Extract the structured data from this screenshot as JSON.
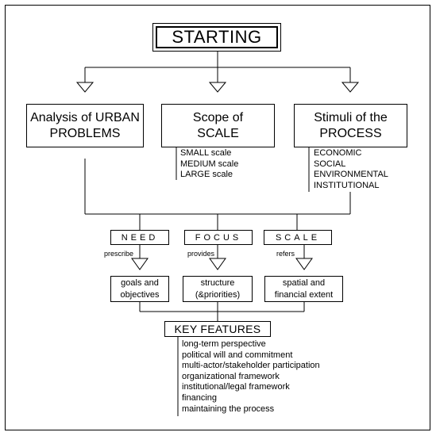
{
  "start": {
    "label": "STARTING"
  },
  "top_boxes": {
    "urban": {
      "line1": "Analysis of URBAN",
      "line2": "PROBLEMS"
    },
    "scope": {
      "line1": "Scope of",
      "line2": "SCALE"
    },
    "stimuli": {
      "line1": "Stimuli of the",
      "line2": "PROCESS"
    }
  },
  "scale_list": [
    "SMALL scale",
    "MEDIUM scale",
    "LARGE scale"
  ],
  "stimuli_list": [
    "ECONOMIC",
    "SOCIAL",
    "ENVIRONMENTAL",
    "INSTITUTIONAL"
  ],
  "mid_boxes": {
    "need": "NEED",
    "focus": "FOCUS",
    "scale": "SCALE"
  },
  "tags": {
    "prescribe": "prescribe",
    "provides": "provides",
    "refers": "refers"
  },
  "result_boxes": {
    "goals": {
      "line1": "goals and",
      "line2": "objectives"
    },
    "structure": {
      "line1": "structure",
      "line2": "(&priorities)"
    },
    "spatial": {
      "line1": "spatial and",
      "line2": "financial extent"
    }
  },
  "key_features": {
    "title": "KEY FEATURES",
    "items": [
      "long-term perspective",
      "political will and commitment",
      "multi-actor/stakeholder participation",
      "organizational framework",
      "institutional/legal framework",
      "financing",
      "maintaining the process"
    ]
  }
}
